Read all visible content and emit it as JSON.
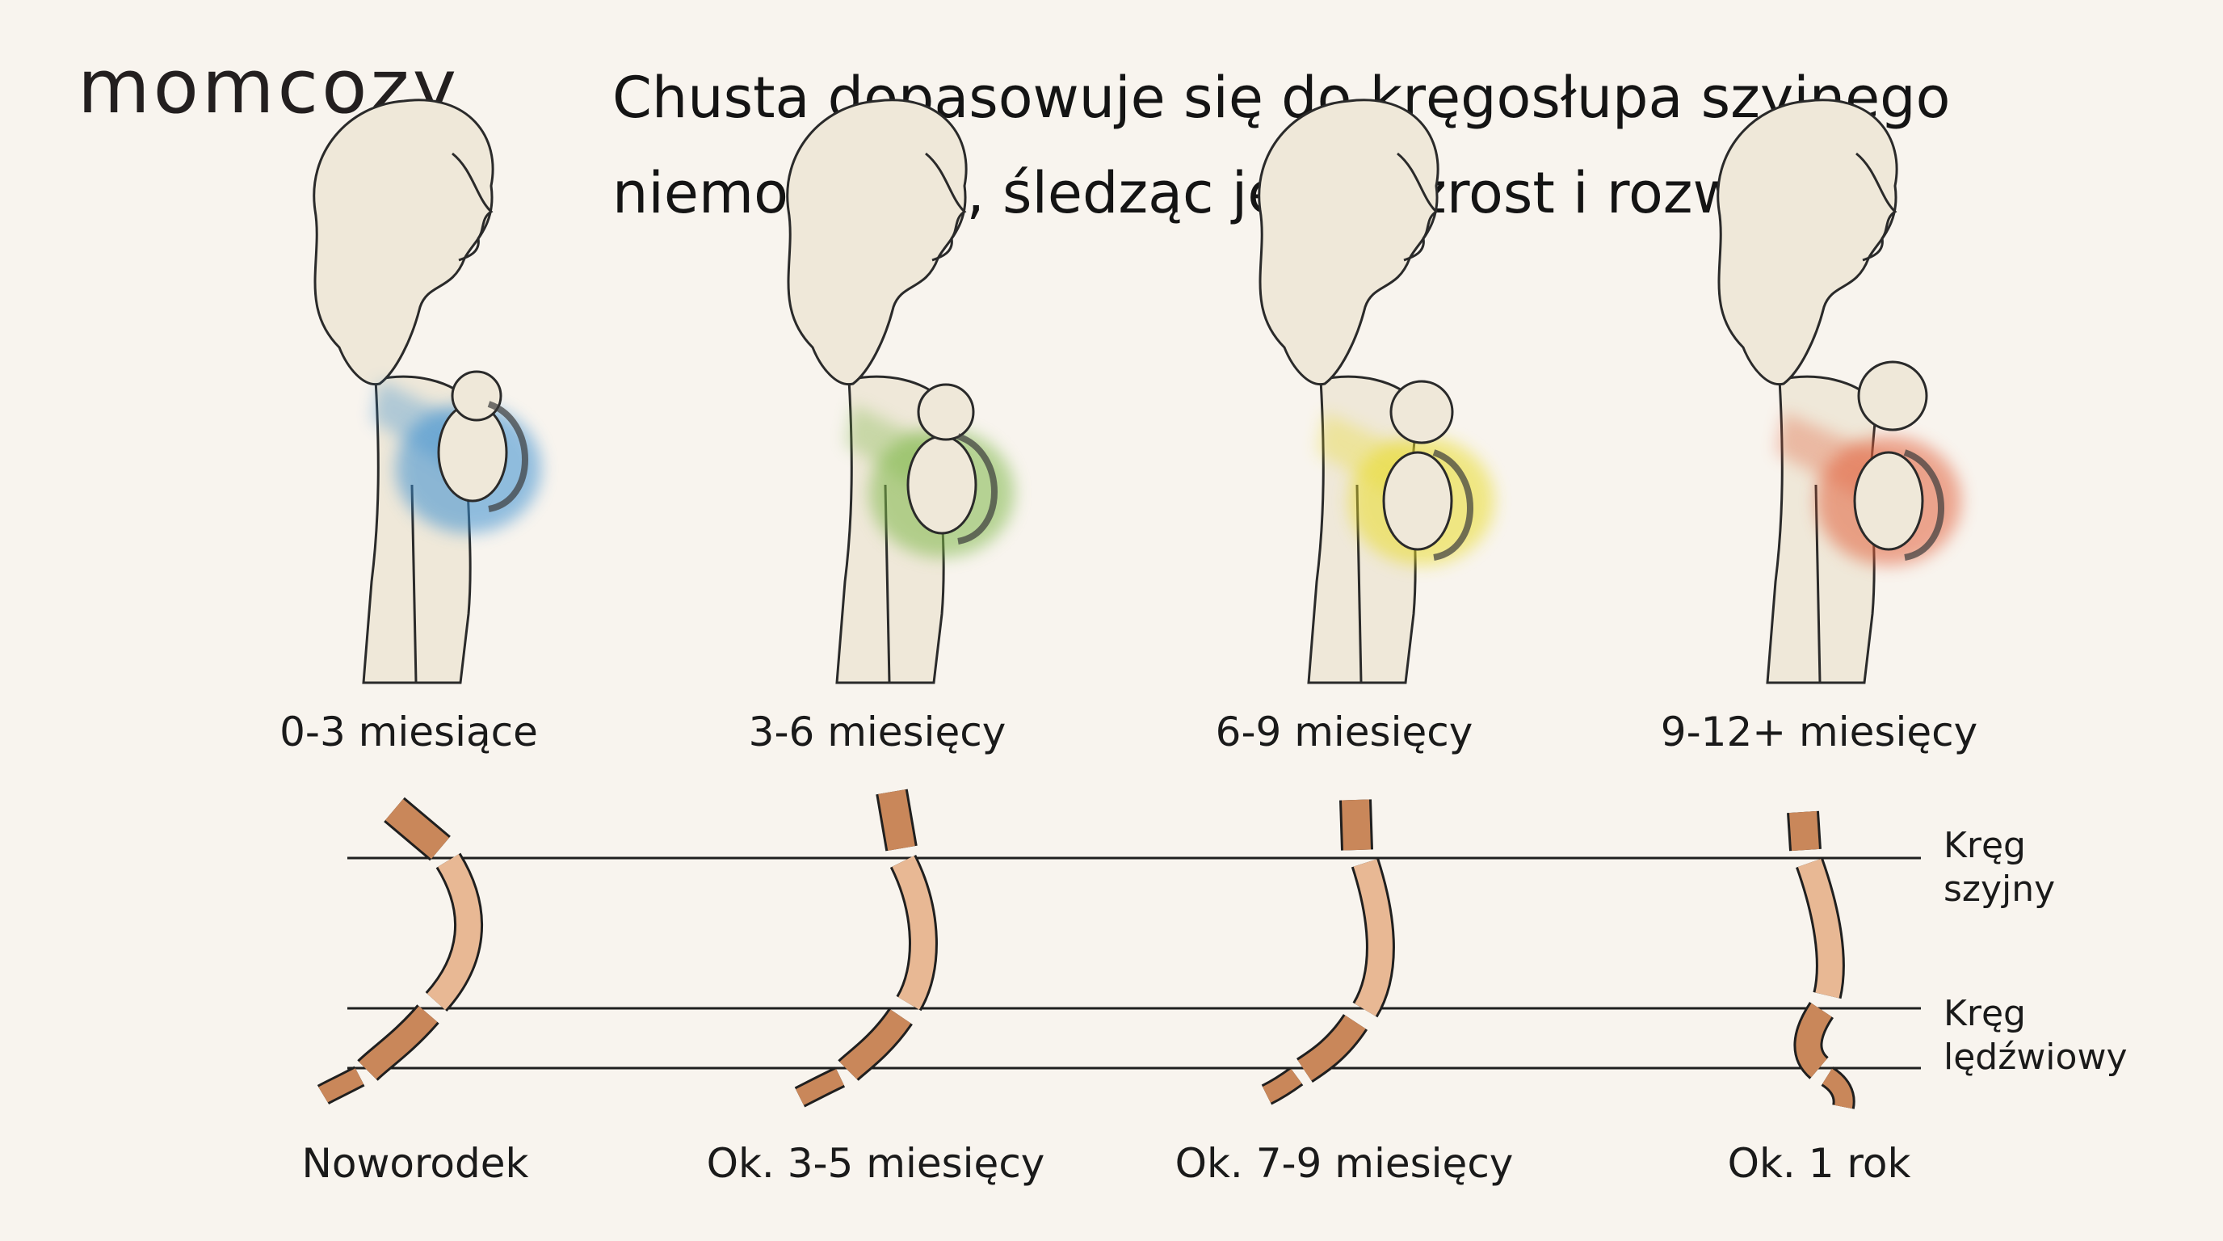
{
  "brand": "momcozy",
  "headline": {
    "line1": "Chusta dopasowuje się do kręgosłupa szyjnego",
    "line2": "niemowlęcia, śledząc jego wzrost i rozwój"
  },
  "stages": [
    {
      "label": "0-3 miesiące",
      "color": "#3b8fd0"
    },
    {
      "label": "3-6 miesięcy",
      "color": "#7fb84a"
    },
    {
      "label": "6-9 miesięcy",
      "color": "#e9dc2c"
    },
    {
      "label": "9-12+ miesięcy",
      "color": "#e2623c"
    }
  ],
  "spines": [
    {
      "label": "Noworodek"
    },
    {
      "label": "Ok. 3-5 miesięcy"
    },
    {
      "label": "Ok. 7-9 miesięcy"
    },
    {
      "label": "Ok. 1 rok"
    }
  ],
  "side_labels": {
    "cervical_line1": "Kręg",
    "cervical_line2": "szyjny",
    "lumbar_line1": "Kręg",
    "lumbar_line2": "lędźwiowy"
  }
}
